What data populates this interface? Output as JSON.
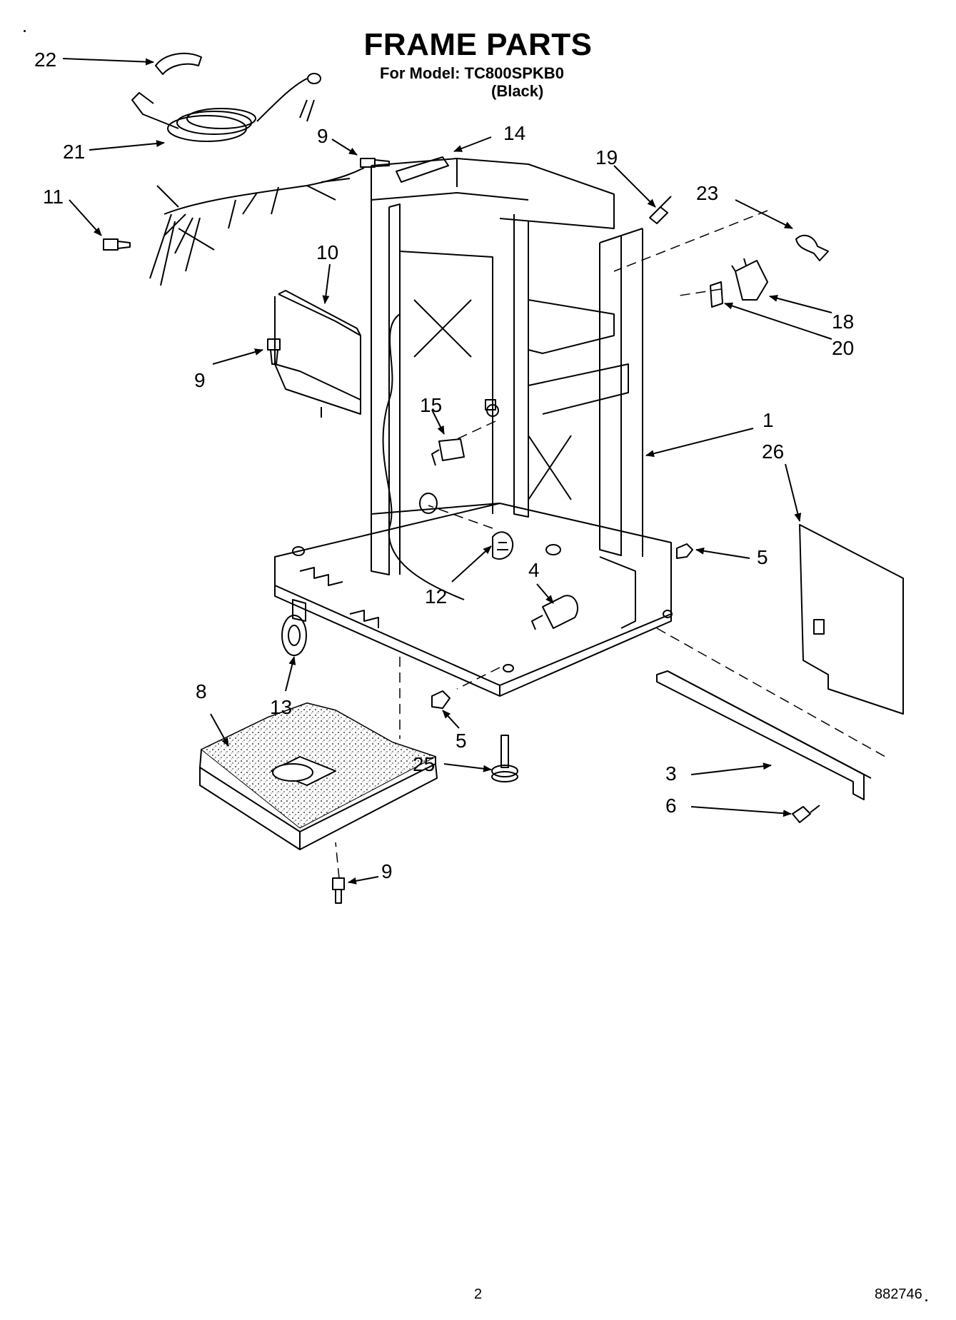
{
  "header": {
    "title": "FRAME PARTS",
    "model_line": "For Model: TC800SPKB0",
    "color_line": "(Black)"
  },
  "callouts": {
    "c1": "1",
    "c3": "3",
    "c4": "4",
    "c5a": "5",
    "c5b": "5",
    "c6": "6",
    "c8": "8",
    "c9a": "9",
    "c9b": "9",
    "c9c": "9",
    "c10": "10",
    "c11": "11",
    "c12": "12",
    "c13": "13",
    "c14": "14",
    "c15": "15",
    "c18": "18",
    "c19": "19",
    "c20": "20",
    "c21": "21",
    "c22": "22",
    "c23": "23",
    "c25": "25",
    "c26": "26"
  },
  "footer": {
    "page_number": "2",
    "doc_number": "882746"
  }
}
